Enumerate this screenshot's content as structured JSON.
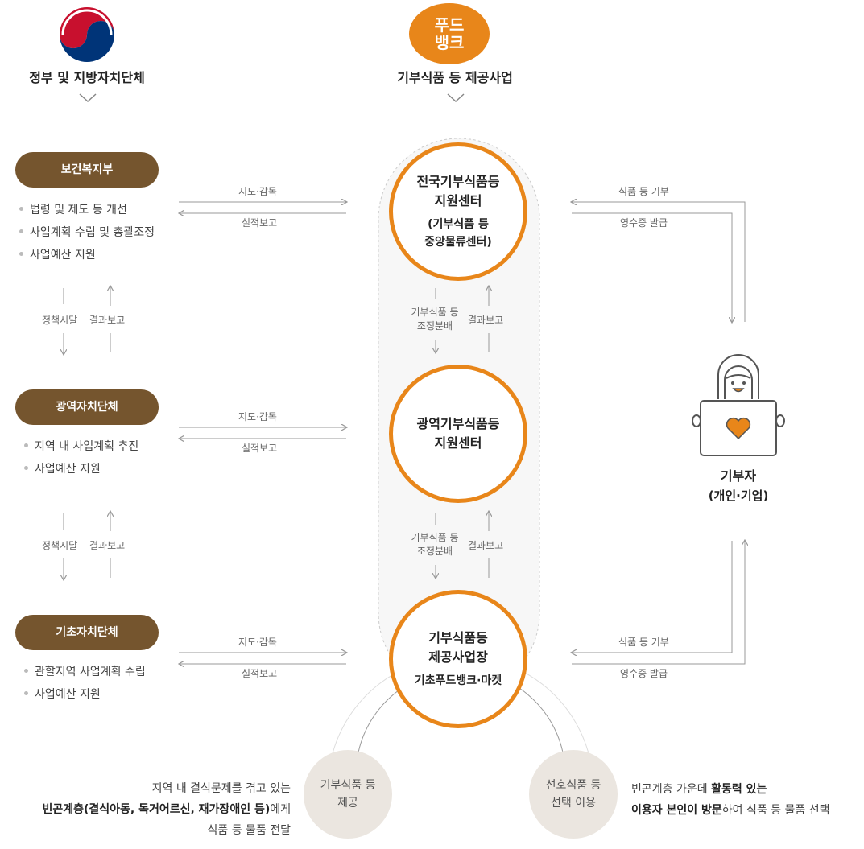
{
  "headers": {
    "government": "정부 및 지방자치단체",
    "foodbank": "기부식품 등 제공사업",
    "foodbank_logo_text": "푸드뱅크"
  },
  "left": {
    "ministry": {
      "label": "보건복지부",
      "bullets": [
        "법령 및 제도 등 개선",
        "사업계획 수립 및 총괄조정",
        "사업예산 지원"
      ]
    },
    "regional": {
      "label": "광역자치단체",
      "bullets": [
        "지역 내 사업계획 추진",
        "사업예산 지원"
      ]
    },
    "local": {
      "label": "기초자치단체",
      "bullets": [
        "관할지역 사업계획  수립",
        "사업예산 지원"
      ]
    },
    "down_label": "정책시달",
    "up_label": "결과보고"
  },
  "links": {
    "guidance": "지도·감독",
    "report": "실적보고",
    "donate": "식품 등 기부",
    "receipt": "영수증 발급",
    "distribution_line1": "기부식품 등",
    "distribution_line2": "조정분배",
    "result": "결과보고"
  },
  "centers": {
    "national": {
      "line1": "전국기부식품등",
      "line2": "지원센터",
      "sub1": "(기부식품 등",
      "sub2": "중앙물류센터)"
    },
    "regional": {
      "line1": "광역기부식품등",
      "line2": "지원센터"
    },
    "local": {
      "line1": "기부식품등",
      "line2": "제공사업장",
      "sub": "기초푸드뱅크·마켓"
    }
  },
  "donor": {
    "title": "기부자",
    "subtitle": "(개인·기업)"
  },
  "bottom": {
    "provide_line1": "기부식품 등",
    "provide_line2": "제공",
    "choose_line1": "선호식품 등",
    "choose_line2": "선택 이용",
    "left_desc": {
      "line1": "지역 내 결식문제를 겪고 있는",
      "line2_bold": "빈곤계층(결식아동, 독거어르신, 재가장애인 등)",
      "line2_rest": "에게",
      "line3": "식품 등 물품 전달"
    },
    "right_desc": {
      "line1_a": "빈곤계층 가운데 ",
      "line1_bold": "활동력 있는",
      "line2_bold": "이용자 본인이 방문",
      "line2_rest": "하여 식품 등 물품 선택"
    }
  },
  "colors": {
    "accent": "#e8861a",
    "pill": "#75552e",
    "logo_red": "#c8102e",
    "logo_blue": "#003478"
  }
}
